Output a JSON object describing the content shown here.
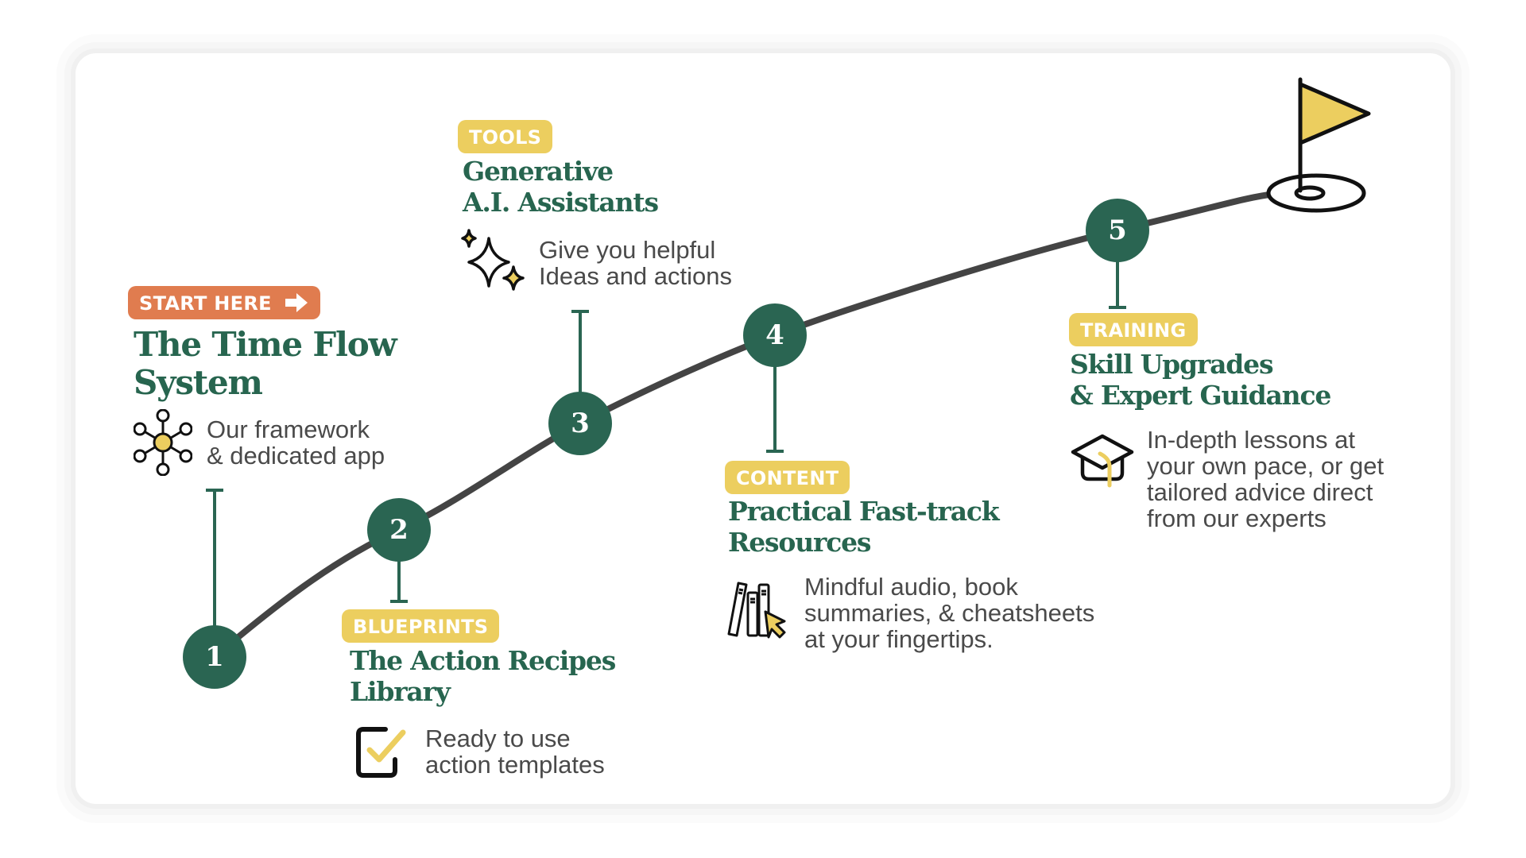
{
  "colors": {
    "green": "#2a6552",
    "yellow": "#ecce5f",
    "orange": "#e07c4f",
    "road": "#444444",
    "text": "#4a4a4a"
  },
  "steps": [
    {
      "number": "1",
      "badge": "START HERE",
      "badge_icon": "arrow-right-icon",
      "title_lines": [
        "The Time Flow",
        "System"
      ],
      "icon": "network-hub-icon",
      "desc_lines": [
        "Our framework",
        "& dedicated app"
      ]
    },
    {
      "number": "2",
      "badge": "BLUEPRINTS",
      "title_lines": [
        "The Action Recipes",
        "Library"
      ],
      "icon": "checkbox-check-icon",
      "desc_lines": [
        "Ready to use",
        "action templates"
      ]
    },
    {
      "number": "3",
      "badge": "TOOLS",
      "title_lines": [
        "Generative",
        "A.I. Assistants"
      ],
      "icon": "sparkles-icon",
      "desc_lines": [
        "Give you helpful",
        "Ideas and actions"
      ]
    },
    {
      "number": "4",
      "badge": "CONTENT",
      "title_lines": [
        "Practical Fast-track",
        "Resources"
      ],
      "icon": "books-cursor-icon",
      "desc_lines": [
        "Mindful audio, book",
        "summaries, & cheatsheets",
        "at your fingertips."
      ]
    },
    {
      "number": "5",
      "badge": "TRAINING",
      "title_lines": [
        "Skill Upgrades",
        "& Expert Guidance"
      ],
      "icon": "graduation-cap-icon",
      "desc_lines": [
        "In-depth lessons at",
        "your own pace, or get",
        "tailored advice direct",
        "from our experts"
      ]
    }
  ],
  "goal_icon": "golf-flag-icon"
}
